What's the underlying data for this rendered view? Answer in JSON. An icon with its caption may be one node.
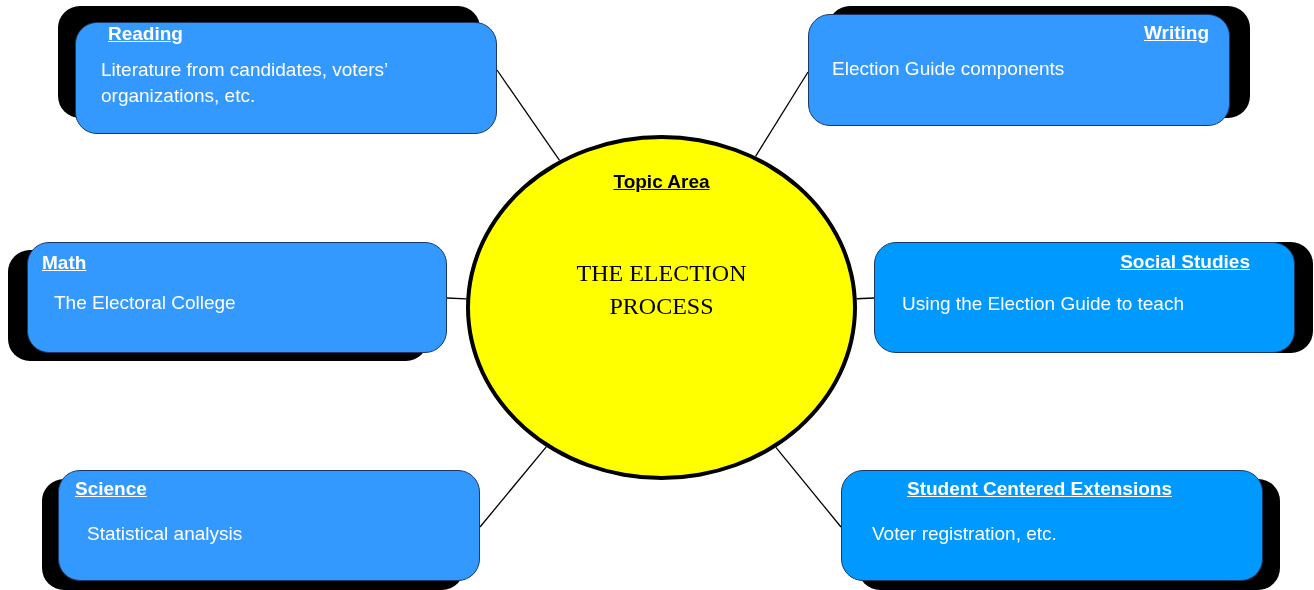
{
  "diagram": {
    "nodes": [
      {
        "text": [
          "Topic Area",
          "THE ELECTION PROCESS"
        ]
      },
      {
        "text": [
          "Reading",
          "Literature from candidates, voters’ organizations, etc."
        ]
      },
      {
        "text": [
          "Writing",
          "Election Guide components"
        ]
      },
      {
        "text": [
          "Math",
          "The Electoral College"
        ]
      },
      {
        "text": [
          "Social Studies",
          "Using the Election Guide to teach"
        ]
      },
      {
        "text": [
          "Science",
          "Statistical analysis"
        ]
      },
      {
        "text": [
          "Student Centered Extensions",
          "Voter registration, etc."
        ]
      }
    ],
    "edges": [
      {
        "from": 0,
        "to": 1,
        "arrow": "none"
      },
      {
        "from": 0,
        "to": 2,
        "arrow": "none"
      },
      {
        "from": 0,
        "to": 3,
        "arrow": "none"
      },
      {
        "from": 0,
        "to": 4,
        "arrow": "none"
      },
      {
        "from": 0,
        "to": 5,
        "arrow": "none"
      },
      {
        "from": 0,
        "to": 6,
        "arrow": "none"
      }
    ]
  }
}
